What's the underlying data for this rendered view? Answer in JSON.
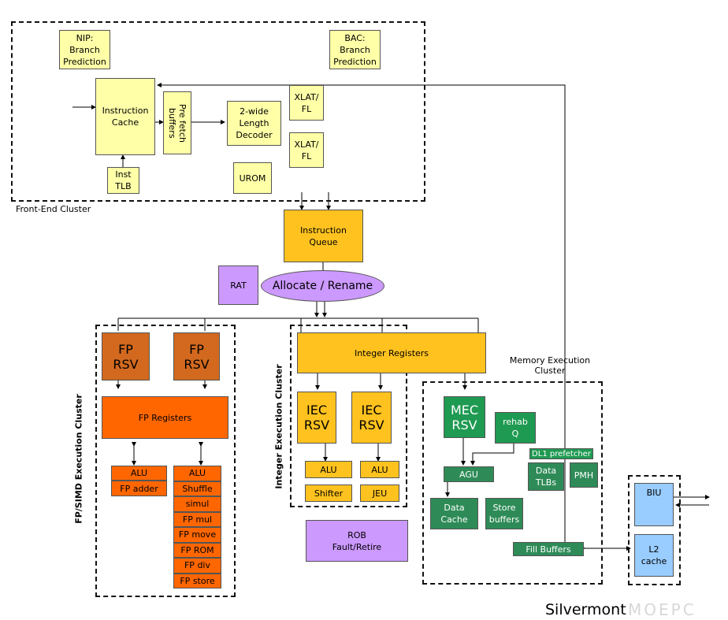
{
  "front_end": {
    "label": "Front-End Cluster",
    "nip": "NIP:\nBranch\nPrediction",
    "bac": "BAC:\nBranch\nPrediction",
    "icache": "Instruction\nCache",
    "prefetch": "Pre fetch\nbuffers",
    "decoder": "2-wide\nLength\nDecoder",
    "xlat1": "XLAT/\nFL",
    "xlat2": "XLAT/\nFL",
    "itlb": "Inst\nTLB",
    "urom": "UROM"
  },
  "iq": "Instruction\nQueue",
  "rat": "RAT",
  "allocate": "Allocate / Rename",
  "fp": {
    "label": "FP/SIMD Execution Cluster",
    "rsv1": "FP\nRSV",
    "rsv2": "FP\nRSV",
    "regs": "FP Registers",
    "alu_left": "ALU",
    "fp_adder": "FP adder",
    "right_units": [
      "ALU",
      "Shuffle",
      "simul",
      "FP mul",
      "FP move",
      "FP ROM",
      "FP div",
      "FP store"
    ]
  },
  "int": {
    "label": "Integer Execution Cluster",
    "regs": "Integer Registers",
    "iec1": "IEC\nRSV",
    "iec2": "IEC\nRSV",
    "alu1": "ALU",
    "alu2": "ALU",
    "shifter": "Shifter",
    "jeu": "JEU"
  },
  "rob": "ROB\nFault/Retire",
  "mem": {
    "label": "Memory Execution\nCluster",
    "mec": "MEC\nRSV",
    "rehab": "rehab\nQ",
    "dl1": "DL1 prefetcher",
    "agu": "AGU",
    "dtlb": "Data\nTLBs",
    "pmh": "PMH",
    "dcache": "Data\nCache",
    "store": "Store\nbuffers",
    "fill": "Fill Buffers"
  },
  "biu": "BIU",
  "l2": "L2\ncache",
  "caption": "Silvermont",
  "watermark": "MOEPC",
  "colors": {
    "yellow": "#ffffa8",
    "gold": "#ffc21f",
    "fp_orange": "#ff6600",
    "fp_rsv": "#d2691e",
    "purple": "#cc99ff",
    "mec_green": "#1f9a52",
    "mem_green": "#2e8b57",
    "blue": "#99ccff"
  }
}
